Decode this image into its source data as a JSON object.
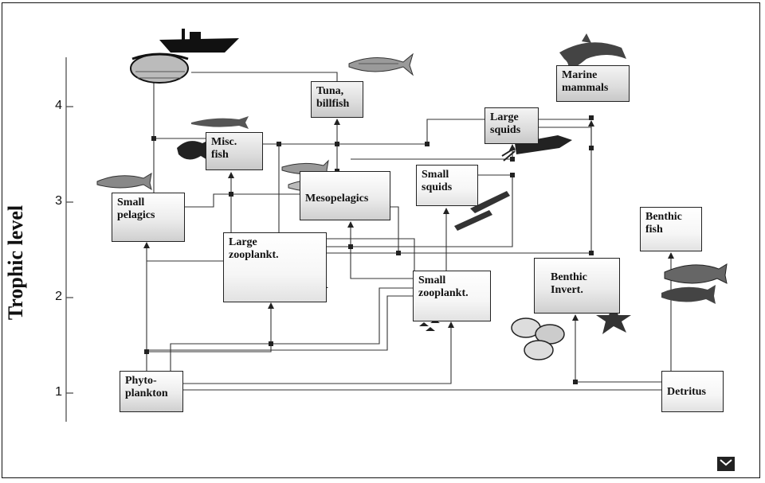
{
  "axis": {
    "label": "Trophic level",
    "ticks": [
      "4",
      "3",
      "2",
      "1"
    ]
  },
  "nodes": {
    "small_pelagics": "Small\npelagics",
    "misc_fish": "Misc.\nfish",
    "tuna_billfish": "Tuna,\nbillfish",
    "mesopelagics": "Mesopelagics",
    "small_squids": "Small\nsquids",
    "large_squids": "Large\nsquids",
    "marine_mammals": "Marine\nmammals",
    "large_zooplankt": "Large\nzooplankt.",
    "small_zooplankt": "Small\nzooplankt.",
    "benthic_invert": "Benthic\nInvert.",
    "benthic_fish": "Benthic\nfish",
    "phytoplankton": "Phyto-\nplankton",
    "detritus": "Detritus"
  },
  "colors": {
    "line": "#222222",
    "box_border": "#222222"
  },
  "icons": [
    "fishing-boat-icon",
    "tuna-icon",
    "dolphin-icon",
    "squid-icon",
    "fish-icon",
    "starfish-icon",
    "clam-icon",
    "corner-logo-icon"
  ]
}
